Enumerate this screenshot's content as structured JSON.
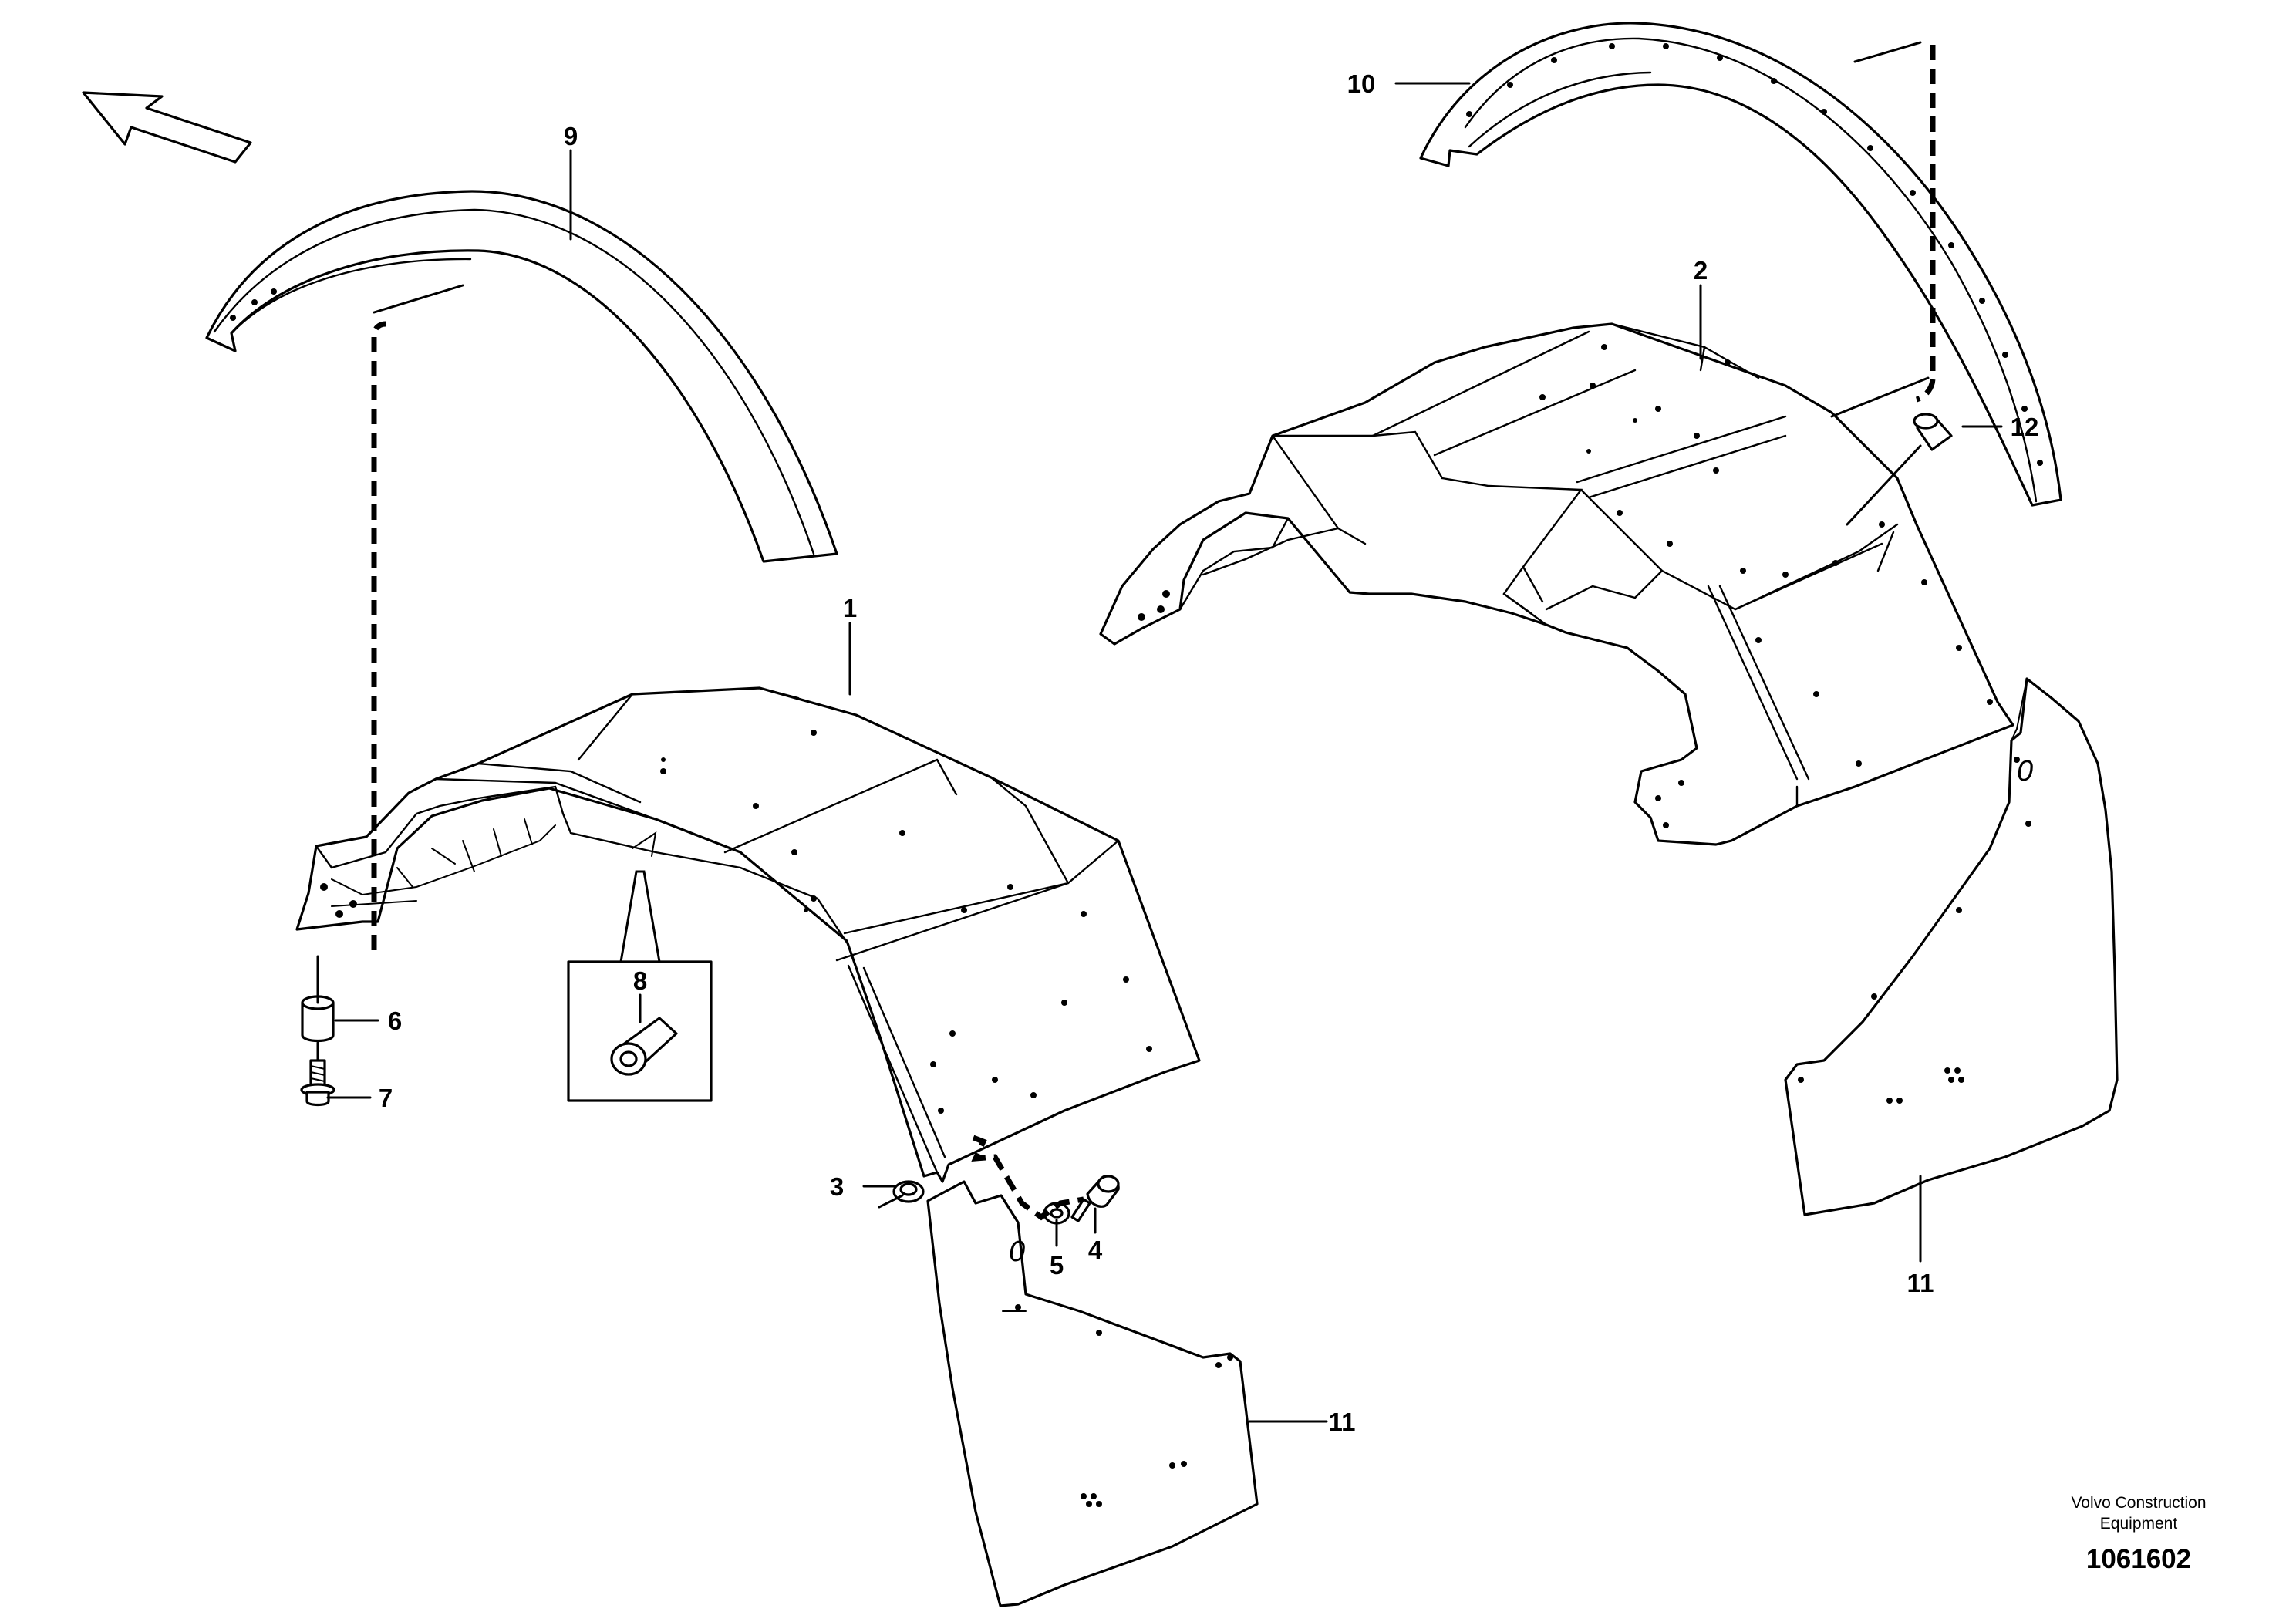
{
  "diagram": {
    "callouts": {
      "c1": "1",
      "c2": "2",
      "c3": "3",
      "c4": "4",
      "c5": "5",
      "c6": "6",
      "c7": "7",
      "c8": "8",
      "c9": "9",
      "c10": "10",
      "c11a": "11",
      "c11b": "11",
      "c12": "12"
    },
    "flap_mark": "0",
    "footer": {
      "brand_line1": "Volvo Construction",
      "brand_line2": "Equipment",
      "drawing_number": "1061602"
    },
    "icons": {
      "direction": "forward-arrow-icon"
    }
  }
}
